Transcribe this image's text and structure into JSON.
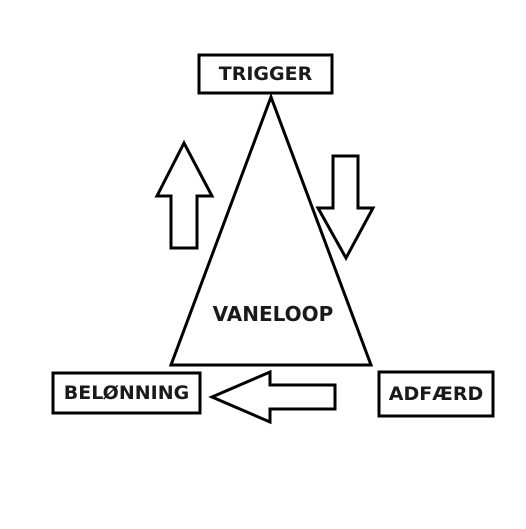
{
  "diagram": {
    "center_label": "VANELOOP",
    "nodes": {
      "trigger": "TRIGGER",
      "adfaerd": "ADFÆRD",
      "belonning": "BELØNNING"
    }
  }
}
